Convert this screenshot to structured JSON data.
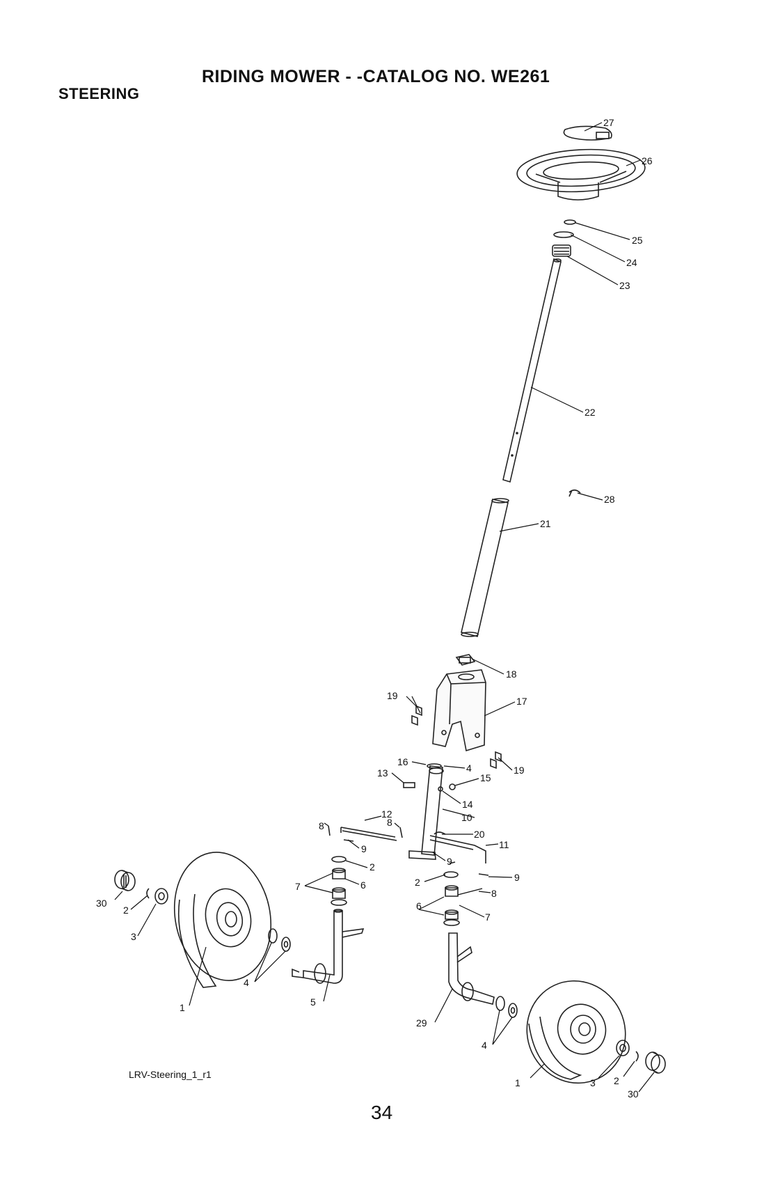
{
  "header": {
    "title": "RIDING MOWER - -CATALOG NO.  WE261",
    "section": "STEERING"
  },
  "footer": {
    "diagram_code": "LRV-Steering_1_r1",
    "page_number": "34"
  },
  "callouts": [
    {
      "id": "c27a",
      "text": "27"
    },
    {
      "id": "c26a",
      "text": "26"
    },
    {
      "id": "c25a",
      "text": "25"
    },
    {
      "id": "c24a",
      "text": "24"
    },
    {
      "id": "c23a",
      "text": "23"
    },
    {
      "id": "c22a",
      "text": "22"
    },
    {
      "id": "c28a",
      "text": "28"
    },
    {
      "id": "c21a",
      "text": "21"
    },
    {
      "id": "c18a",
      "text": "18"
    },
    {
      "id": "c17a",
      "text": "17"
    },
    {
      "id": "c19a",
      "text": "19"
    },
    {
      "id": "c19b",
      "text": "19"
    },
    {
      "id": "c16a",
      "text": "16"
    },
    {
      "id": "c4a",
      "text": "4"
    },
    {
      "id": "c13a",
      "text": "13"
    },
    {
      "id": "c15a",
      "text": "15"
    },
    {
      "id": "c14a",
      "text": "14"
    },
    {
      "id": "c12a",
      "text": "12"
    },
    {
      "id": "c10a",
      "text": "10"
    },
    {
      "id": "c8a",
      "text": "8"
    },
    {
      "id": "c8b",
      "text": "8"
    },
    {
      "id": "c20a",
      "text": "20"
    },
    {
      "id": "c11a",
      "text": "11"
    },
    {
      "id": "c9a",
      "text": "9"
    },
    {
      "id": "c9b",
      "text": "9"
    },
    {
      "id": "c9c",
      "text": "9"
    },
    {
      "id": "c2a",
      "text": "2"
    },
    {
      "id": "c2b",
      "text": "2"
    },
    {
      "id": "c2c",
      "text": "2"
    },
    {
      "id": "c2d",
      "text": "2"
    },
    {
      "id": "c7a",
      "text": "7"
    },
    {
      "id": "c7b",
      "text": "7"
    },
    {
      "id": "c6a",
      "text": "6"
    },
    {
      "id": "c6b",
      "text": "6"
    },
    {
      "id": "c8c",
      "text": "8"
    },
    {
      "id": "c30a",
      "text": "30"
    },
    {
      "id": "c30b",
      "text": "30"
    },
    {
      "id": "c3a",
      "text": "3"
    },
    {
      "id": "c3b",
      "text": "3"
    },
    {
      "id": "c1a",
      "text": "1"
    },
    {
      "id": "c1b",
      "text": "1"
    },
    {
      "id": "c4b",
      "text": "4"
    },
    {
      "id": "c4c",
      "text": "4"
    },
    {
      "id": "c5a",
      "text": "5"
    },
    {
      "id": "c29a",
      "text": "29"
    }
  ]
}
